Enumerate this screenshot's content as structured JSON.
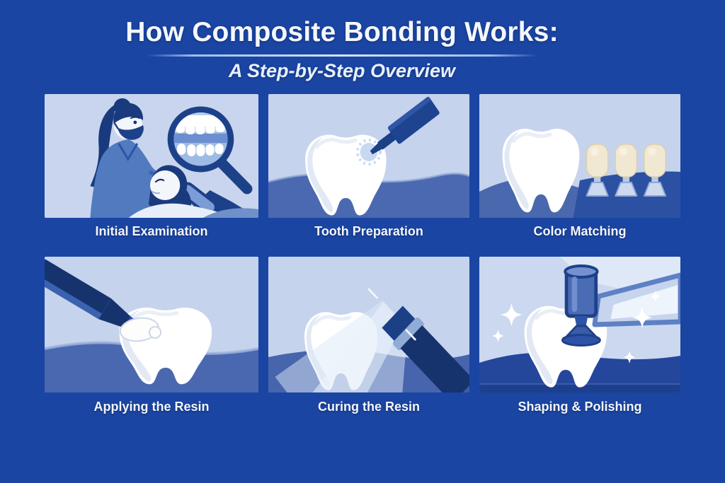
{
  "header": {
    "title": "How Composite Bonding Works:",
    "subtitle": "A Step-by-Step Overview"
  },
  "steps": [
    {
      "label": "Initial Examination",
      "icon": "dentist-examining-patient-magnifier-illustration"
    },
    {
      "label": "Tooth Preparation",
      "icon": "tooth-with-drill-illustration"
    },
    {
      "label": "Color Matching",
      "icon": "tooth-with-shade-guide-tabs-illustration"
    },
    {
      "label": "Applying the Resin",
      "icon": "tooth-with-resin-applicator-illustration"
    },
    {
      "label": "Curing the Resin",
      "icon": "tooth-with-curing-light-illustration"
    },
    {
      "label": "Shaping & Polishing",
      "icon": "tooth-with-polisher-sparkles-illustration"
    }
  ],
  "palette": {
    "page_background": "#1a45a2",
    "panel_background": "#c6d3ed",
    "gum_blue": "#4b69b0",
    "dark_counter_blue": "#2c51a2",
    "tool_navy": "#16336e",
    "outline_navy": "#1d4189",
    "tooth_white": "#ffffff",
    "shade_tab_cream": "#f1e8d2",
    "text_light": "#f3f6fc"
  }
}
